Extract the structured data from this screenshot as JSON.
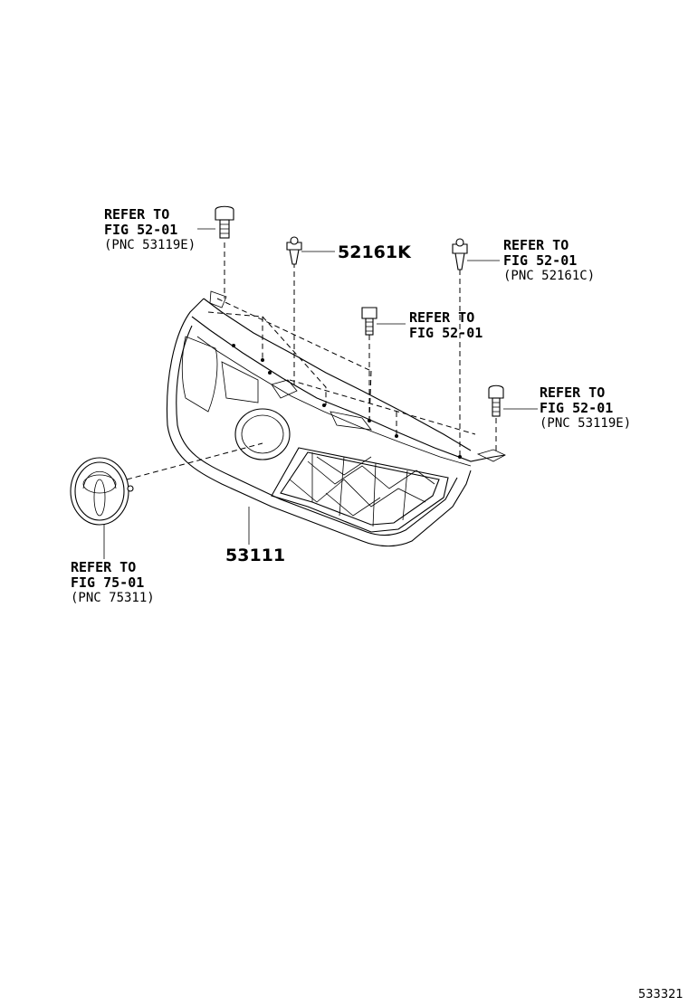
{
  "callouts": {
    "bolt_top_left": {
      "line1": "REFER TO",
      "line2": "FIG 52-01",
      "line3": "(PNC 53119E)"
    },
    "clip_top_center": {
      "part_number": "52161K"
    },
    "clip_top_right": {
      "line1": "REFER TO",
      "line2": "FIG 52-01",
      "line3": "(PNC 52161C)"
    },
    "bolt_center": {
      "line1": "REFER TO",
      "line2": "FIG 52-01"
    },
    "bolt_right": {
      "line1": "REFER TO",
      "line2": "FIG 52-01",
      "line3": "(PNC 53119E)"
    },
    "emblem": {
      "line1": "REFER TO",
      "line2": "FIG 75-01",
      "line3": "(PNC 75311)"
    },
    "grille": {
      "part_number": "53111"
    }
  },
  "illustration_number": "533321"
}
